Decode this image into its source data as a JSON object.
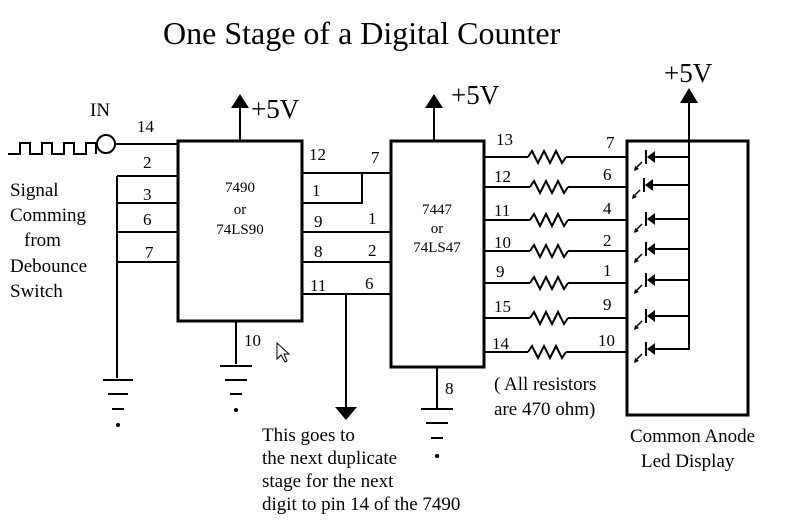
{
  "title": "One Stage of a Digital Counter",
  "vcc_label": "+5V",
  "input_label": "IN",
  "signal_label": [
    "Signal",
    "Comming",
    "from",
    "Debounce",
    "Switch"
  ],
  "counter_chip": {
    "name": "7490",
    "or": "or",
    "alt": "74LS90"
  },
  "decoder_chip": {
    "name": "7447",
    "or": "or",
    "alt": "74LS47"
  },
  "counter_pins": {
    "clock": "14",
    "left": [
      "2",
      "3",
      "6",
      "7"
    ],
    "right": [
      "12",
      "1",
      "9",
      "8",
      "11"
    ],
    "gnd": "10"
  },
  "decoder_pins": {
    "left": [
      "7",
      "1",
      "2",
      "6"
    ],
    "outputs": [
      "13",
      "12",
      "11",
      "10",
      "9",
      "15",
      "14"
    ],
    "gnd": "8"
  },
  "display_pins": [
    "7",
    "6",
    "4",
    "2",
    "1",
    "9",
    "10"
  ],
  "resistor_note": [
    "( All resistors",
    "are 470 ohm)"
  ],
  "next_stage_note": [
    "This goes to",
    "the next duplicate",
    "stage for the next",
    "digit to pin 14 of the 7490"
  ],
  "display_label": [
    "Common Anode",
    "Led Display"
  ]
}
